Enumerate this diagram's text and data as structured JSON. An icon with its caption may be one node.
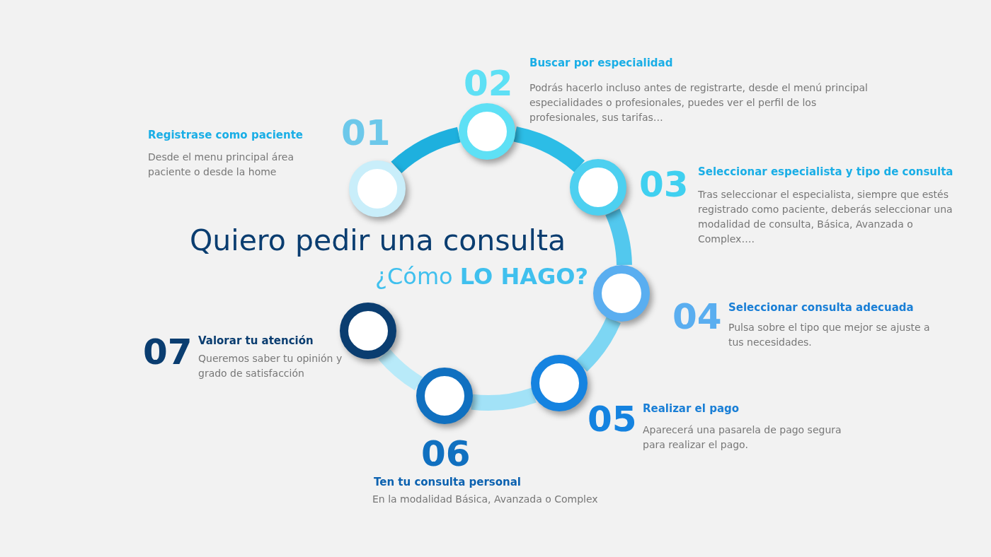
{
  "diagram": {
    "title": "Quiero pedir una consulta",
    "nodes": [
      {
        "text": [],
        "shape": "circle"
      },
      {
        "text": [],
        "shape": "circle"
      },
      {
        "text": [],
        "shape": "circle"
      },
      {
        "text": [],
        "shape": "circle"
      },
      {
        "text": [],
        "shape": "circle"
      },
      {
        "text": [],
        "shape": "circle"
      },
      {
        "text": [],
        "shape": "circle"
      }
    ],
    "edges": [
      {
        "from": 0,
        "to": 1,
        "arrow": "none",
        "color": "#1eb0de"
      },
      {
        "from": 1,
        "to": 2,
        "arrow": "none",
        "color": "#2cbde6"
      },
      {
        "from": 2,
        "to": 3,
        "arrow": "none",
        "color": "#52c8ee"
      },
      {
        "from": 3,
        "to": 4,
        "arrow": "none",
        "color": "#7dd6f3"
      },
      {
        "from": 4,
        "to": 5,
        "arrow": "none",
        "color": "#a2e2f7"
      },
      {
        "from": 5,
        "to": 6,
        "arrow": "none",
        "color": "#b8eaf9"
      }
    ],
    "labels": [
      "¿Cómo **LO HAGO?**",
      "01",
      "Registrase como paciente",
      "Desde el menu principal área paciente o desde la home",
      "02",
      "Buscar por especialidad",
      "Podrás hacerlo incluso antes de registrarte, desde el menú principal especialidades o profesionales, puedes ver el perfil de los profesionales, sus tarifas…",
      "03",
      "Seleccionar especialista y tipo de consulta",
      "Tras seleccionar el especialista, siempre que estés registrado como paciente, deberás seleccionar una modalidad de consulta, Básica, Avanzada o Complex….",
      "04",
      "Seleccionar consulta adecuada",
      "Pulsa sobre el tipo que mejor se ajuste a tus necesidades.",
      "05",
      "Realizar el pago",
      "Aparecerá una pasarela de pago segura para realizar el pago.",
      "06",
      "Ten tu consulta personal",
      "En la modalidad Básica, Avanzada o Complex",
      "07",
      "Valorar tu atención",
      "Queremos saber tu opinión y grado de satisfacción"
    ]
  }
}
